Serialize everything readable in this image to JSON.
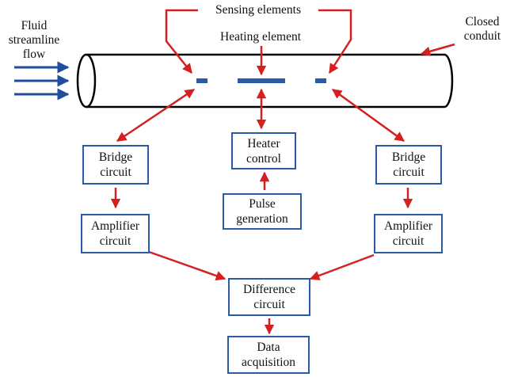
{
  "labels": {
    "fluid": [
      "Fluid",
      "streamline",
      "flow"
    ],
    "sensing": "Sensing elements",
    "heating": "Heating element",
    "conduit": [
      "Closed",
      "conduit"
    ]
  },
  "boxes": {
    "bridge_left": [
      "Bridge",
      "circuit"
    ],
    "amp_left": [
      "Amplifier",
      "circuit"
    ],
    "heater_control": [
      "Heater",
      "control"
    ],
    "pulse": [
      "Pulse",
      "generation"
    ],
    "bridge_right": [
      "Bridge",
      "circuit"
    ],
    "amp_right": [
      "Amplifier",
      "circuit"
    ],
    "difference": [
      "Difference",
      "circuit"
    ],
    "data_acq": [
      "Data",
      "acquisition"
    ]
  },
  "colors": {
    "arrow": "#d42020",
    "box_border": "#2b5aa6",
    "element": "#2b5aa6",
    "flow_arrow": "#1f4e9c",
    "pipe": "#000000"
  }
}
